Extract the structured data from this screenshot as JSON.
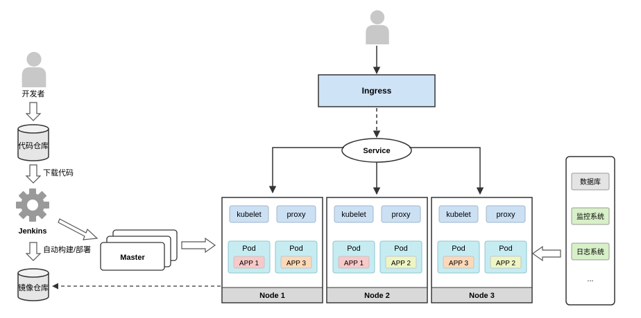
{
  "pipeline": {
    "developer_label": "开发者",
    "repo_label": "代码仓库",
    "pull_label": "下载代码",
    "jenkins_label": "Jenkins",
    "build_label": "自动构建/部署",
    "image_repo_label": "镜像仓库"
  },
  "master_label": "Master",
  "ingress_label": "Ingress",
  "service_label": "Service",
  "nodes": [
    {
      "name": "Node 1",
      "kubelet": "kubelet",
      "proxy": "proxy",
      "pods": [
        {
          "label": "Pod",
          "app": "APP 1",
          "app_color": "#f7c9c9"
        },
        {
          "label": "Pod",
          "app": "APP 3",
          "app_color": "#fbd9b8"
        }
      ]
    },
    {
      "name": "Node 2",
      "kubelet": "kubelet",
      "proxy": "proxy",
      "pods": [
        {
          "label": "Pod",
          "app": "APP 1",
          "app_color": "#f7c9c9"
        },
        {
          "label": "Pod",
          "app": "APP 2",
          "app_color": "#eef5c4"
        }
      ]
    },
    {
      "name": "Node 3",
      "kubelet": "kubelet",
      "proxy": "proxy",
      "pods": [
        {
          "label": "Pod",
          "app": "APP 3",
          "app_color": "#fbd9b8"
        },
        {
          "label": "Pod",
          "app": "APP 2",
          "app_color": "#eef5c4"
        }
      ]
    }
  ],
  "side_panel": {
    "items": [
      {
        "label": "数据库",
        "color": "#e4e4e4"
      },
      {
        "label": "监控系统",
        "color": "#d8f0c8"
      },
      {
        "label": "日志系统",
        "color": "#d8f0c8"
      }
    ],
    "more": "..."
  },
  "colors": {
    "ingress_fill": "#cfe3f7",
    "component_fill": "#cce0f4",
    "pod_fill": "#c6ecf2",
    "node_footer": "#d9d9d9",
    "person": "#c8c8c8"
  }
}
